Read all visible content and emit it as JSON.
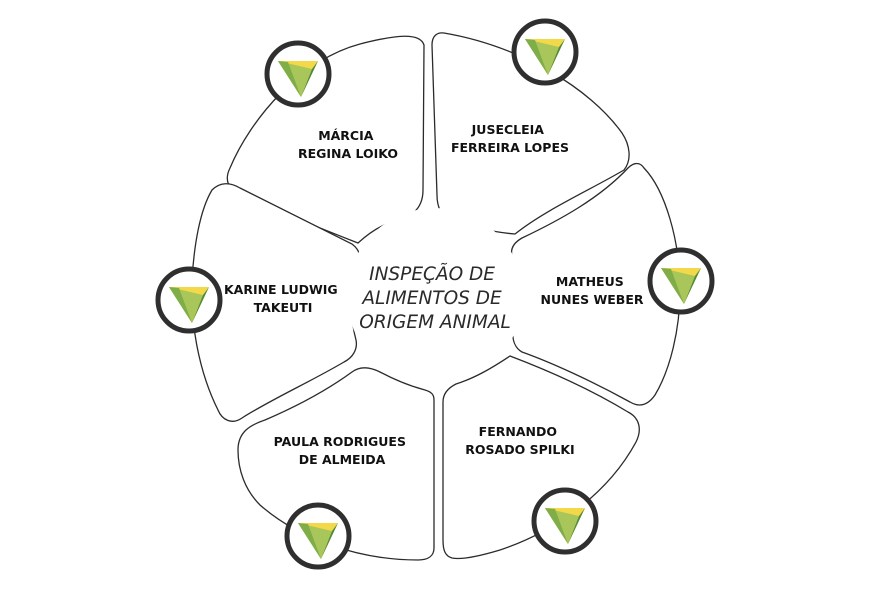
{
  "center": {
    "lines": [
      "INSPEÇÃO DE",
      "ALIMENTOS DE",
      "ORIGEM ANIMAL"
    ]
  },
  "members": [
    {
      "lines": [
        "MÁRCIA",
        "REGINA LOIKO"
      ]
    },
    {
      "lines": [
        "JUSECLEIA",
        "FERREIRA LOPES"
      ]
    },
    {
      "lines": [
        "MATHEUS",
        "NUNES WEBER"
      ]
    },
    {
      "lines": [
        "FERNANDO",
        "ROSADO SPILKI"
      ]
    },
    {
      "lines": [
        "PAULA RODRIGUES",
        "DE ALMEIDA"
      ]
    },
    {
      "lines": [
        "KARINE LUDWIG",
        "TAKEUTI"
      ]
    }
  ],
  "logo": {
    "icon": "shield-leaf-logo-icon",
    "colors": {
      "light_green": "#a9c65a",
      "dark_green": "#4f8a3a",
      "yellow": "#f3d94a",
      "ring": "#2f2f2f"
    }
  }
}
